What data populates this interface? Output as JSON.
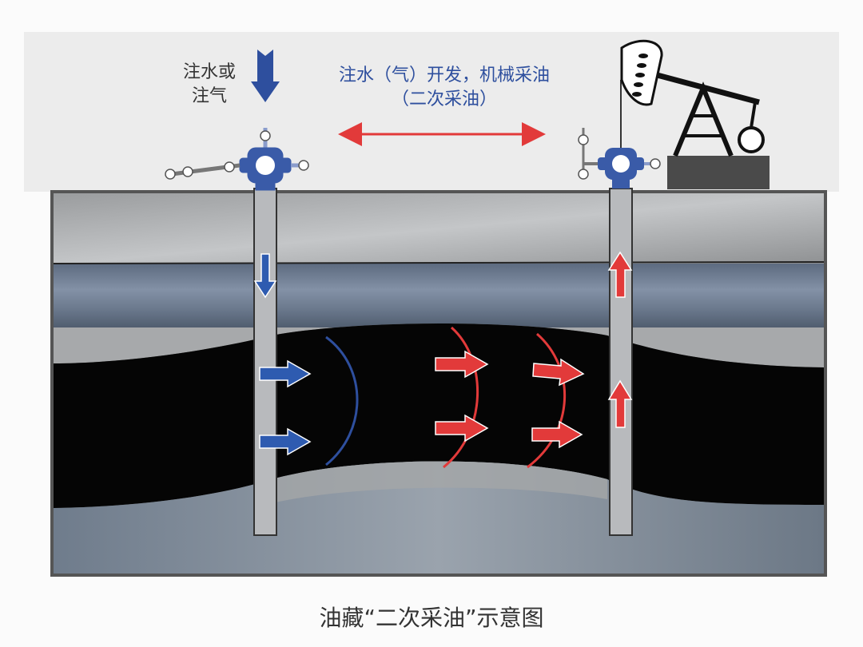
{
  "labels": {
    "inject_line1": "注水或",
    "inject_line2": "注气",
    "method_line1": "注水（气）开发，机械采油",
    "method_line2": "（二次采油）"
  },
  "caption": "油藏“二次采油”示意图",
  "colors": {
    "injection_blue": "#2e4f9e",
    "production_red": "#e23a3a",
    "oil": "#050505",
    "wellhead_blue": "#3a5ba8"
  }
}
